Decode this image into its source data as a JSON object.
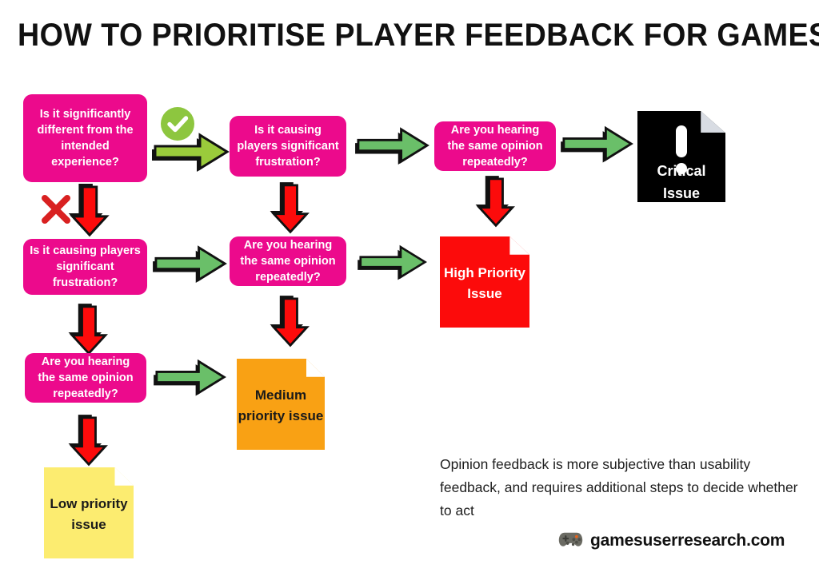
{
  "page": {
    "title": "HOW TO PRIORITISE PLAYER FEEDBACK FOR GAMES",
    "caption": "Opinion feedback is more subjective than usability feedback, and requires additional steps to decide whether to act",
    "brand": "gamesuserresearch.com",
    "brand_icon": "gamepad-icon"
  },
  "colors": {
    "decision": "#EC0A8C",
    "arrow_yes_first": "#9ACB3B",
    "arrow_yes": "#6ABF69",
    "arrow_no": "#FC0B0B",
    "check": "#8DC63F",
    "cross": "#D92121",
    "critical": "#000000",
    "high": "#FC0B0B",
    "medium": "#F9A114",
    "low": "#FCEC70",
    "shadow": "#969BA5"
  },
  "nodes": {
    "d1": {
      "label": "Is it significantly different from the intended experience?",
      "type": "decision"
    },
    "d2": {
      "label": "Is it causing players significant frustration?",
      "type": "decision"
    },
    "d3": {
      "label": "Are you hearing the same opinion repeatedly?",
      "type": "decision"
    },
    "d4": {
      "label": "Is it causing players significant frustration?",
      "type": "decision"
    },
    "d5": {
      "label": "Are you hearing the same opinion repeatedly?",
      "type": "decision"
    },
    "d6": {
      "label": "Are you hearing the same opinion repeatedly?",
      "type": "decision"
    },
    "critical": {
      "label": "Critical Issue",
      "type": "outcome"
    },
    "high": {
      "label": "High Priority Issue",
      "type": "outcome"
    },
    "medium": {
      "label": "Medium priority issue",
      "type": "outcome"
    },
    "low": {
      "label": "Low priority issue",
      "type": "outcome"
    }
  },
  "marks": {
    "yes": "check-icon",
    "no": "cross-icon"
  },
  "arrows": {
    "a1": {
      "icon": "arrow-right-icon",
      "branch": "yes"
    },
    "a2": {
      "icon": "arrow-right-icon",
      "branch": "yes"
    },
    "a3": {
      "icon": "arrow-right-icon",
      "branch": "yes"
    },
    "a4": {
      "icon": "arrow-down-icon",
      "branch": "no"
    },
    "a5": {
      "icon": "arrow-down-icon",
      "branch": "no"
    },
    "a6": {
      "icon": "arrow-down-icon",
      "branch": "no"
    },
    "a7": {
      "icon": "arrow-right-icon",
      "branch": "yes"
    },
    "a8": {
      "icon": "arrow-right-icon",
      "branch": "yes"
    },
    "a9": {
      "icon": "arrow-down-icon",
      "branch": "no"
    },
    "a10": {
      "icon": "arrow-down-icon",
      "branch": "no"
    },
    "a11": {
      "icon": "arrow-right-icon",
      "branch": "yes"
    },
    "a12": {
      "icon": "arrow-down-icon",
      "branch": "no"
    }
  }
}
